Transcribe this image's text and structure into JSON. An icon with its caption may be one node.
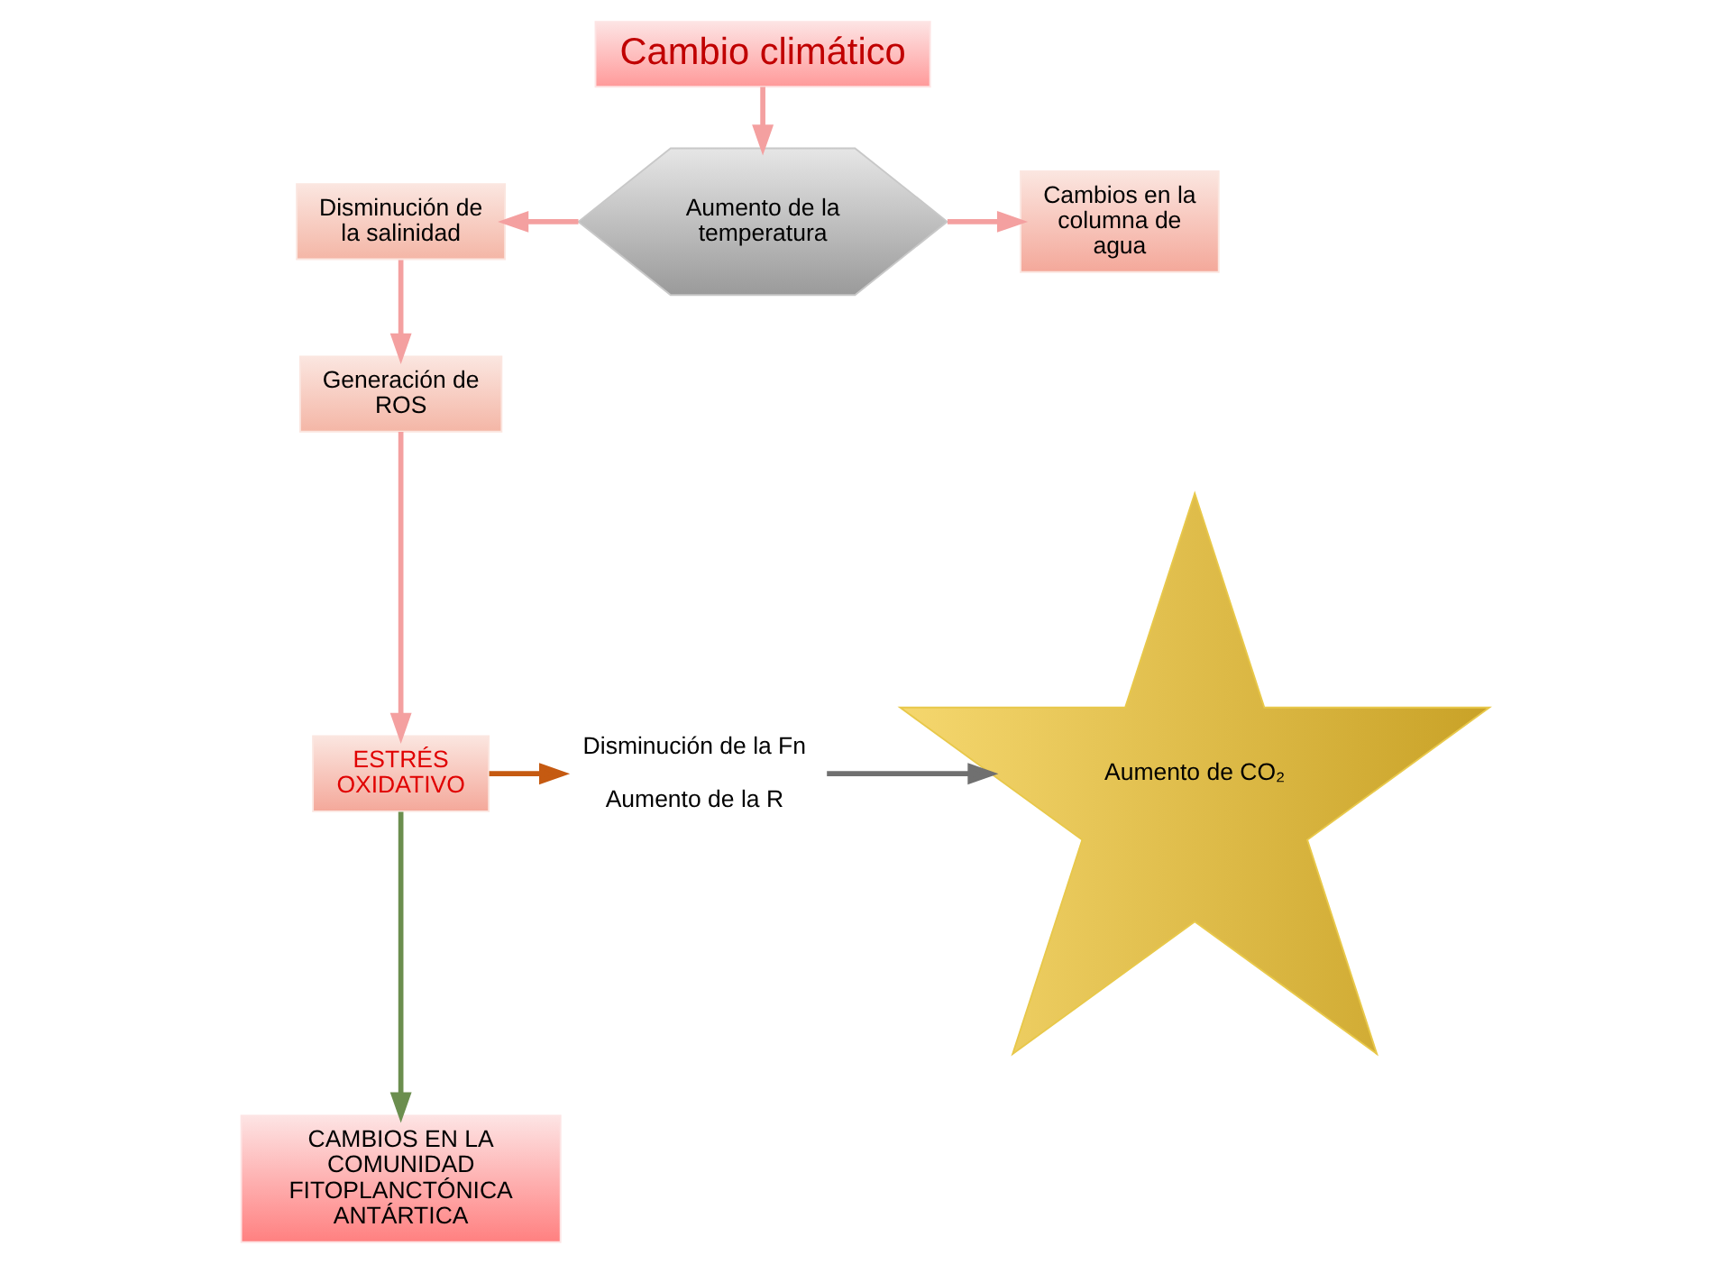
{
  "diagram": {
    "nodes": [
      {
        "text": [
          "Cambio climático"
        ]
      },
      {
        "text": [
          "Aumento de la temperatura"
        ]
      },
      {
        "text": [
          "Disminución de la salinidad"
        ]
      },
      {
        "text": [
          "Cambios en la columna de agua"
        ]
      },
      {
        "text": [
          "Generación de ROS"
        ]
      },
      {
        "text": [
          "ESTRÉS OXIDATIVO"
        ]
      },
      {
        "text": [
          "Disminución de la Fn",
          "Aumento de la R"
        ]
      },
      {
        "text": [
          "Aumento de CO₂"
        ]
      },
      {
        "text": [
          "CAMBIOS EN LA COMUNIDAD FITOPLANCTÓNICA ANTÁRTICA"
        ]
      }
    ],
    "edges": [
      {
        "from": 0,
        "to": 1,
        "arrow": "to"
      },
      {
        "from": 1,
        "to": 2,
        "arrow": "to"
      },
      {
        "from": 1,
        "to": 3,
        "arrow": "to"
      },
      {
        "from": 2,
        "to": 4,
        "arrow": "to"
      },
      {
        "from": 4,
        "to": 5,
        "arrow": "to"
      },
      {
        "from": 5,
        "to": 6,
        "arrow": "to",
        "color": "#c55a11"
      },
      {
        "from": 6,
        "to": 7,
        "arrow": "to",
        "color": "#707070"
      },
      {
        "from": 5,
        "to": 8,
        "arrow": "to",
        "color": "#6b8e4e"
      }
    ]
  }
}
